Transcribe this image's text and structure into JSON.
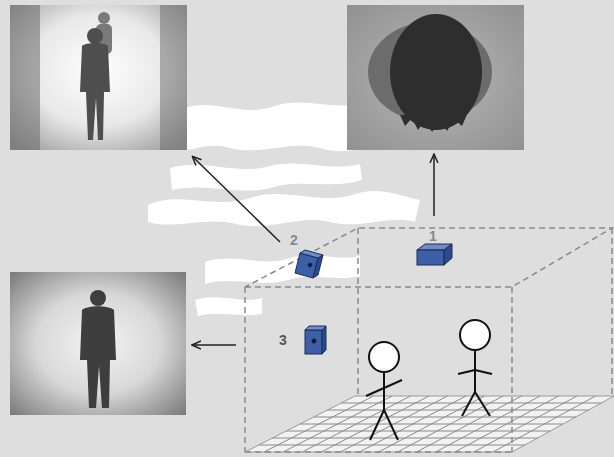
{
  "diagram": {
    "labels": [
      "2",
      "1",
      "3"
    ]
  }
}
